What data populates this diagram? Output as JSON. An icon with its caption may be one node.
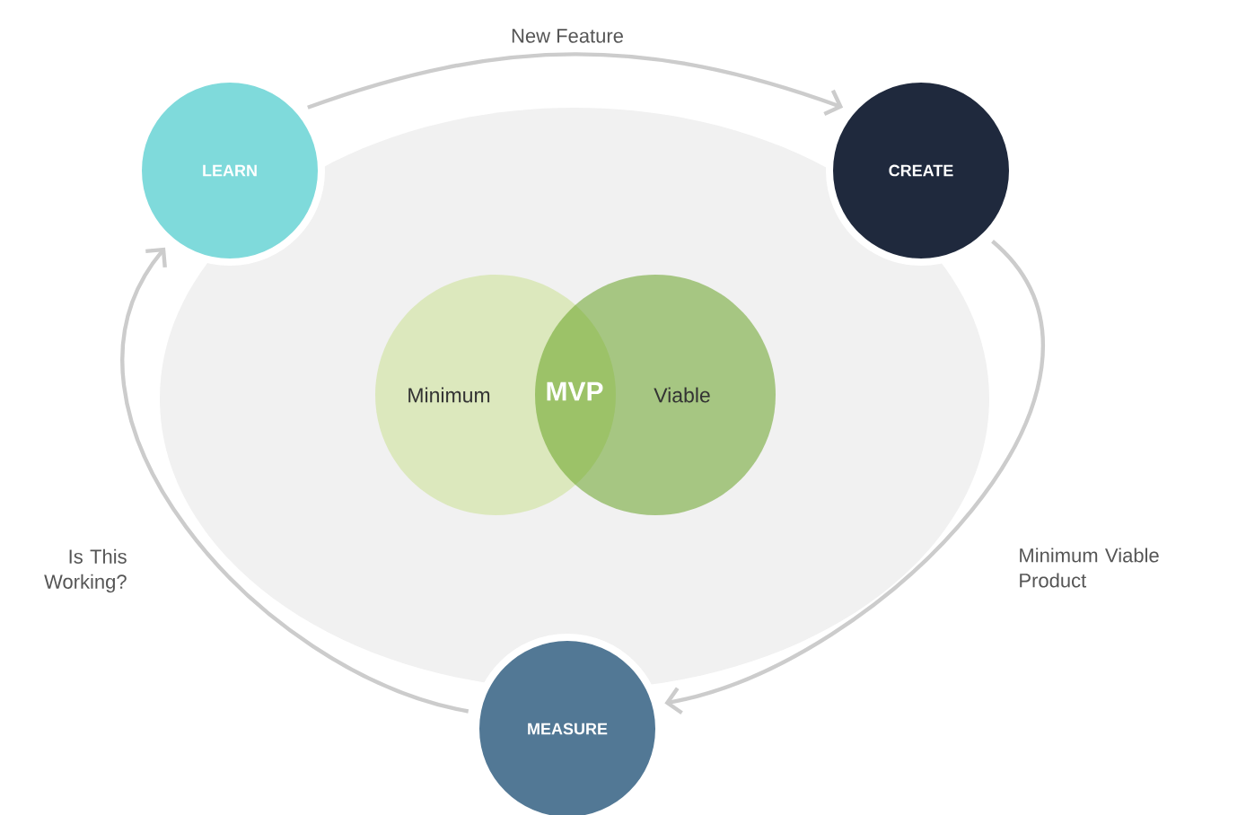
{
  "diagram": {
    "nodes": [
      {
        "text": [
          "LEARN"
        ]
      },
      {
        "text": [
          "CREATE"
        ]
      },
      {
        "text": [
          "Minimum"
        ]
      },
      {
        "text": [
          "Viable"
        ]
      },
      {
        "text": [
          "MEASURE"
        ]
      }
    ],
    "edges": [
      {
        "from": 0,
        "to": 1,
        "arrow": "to",
        "label": "New Feature"
      },
      {
        "from": 1,
        "to": 4,
        "arrow": "to",
        "label": "Minimum Viable Product"
      },
      {
        "from": 4,
        "to": 0,
        "arrow": "to",
        "label": "Is This Working?"
      }
    ],
    "labels": [
      "MVP"
    ]
  }
}
